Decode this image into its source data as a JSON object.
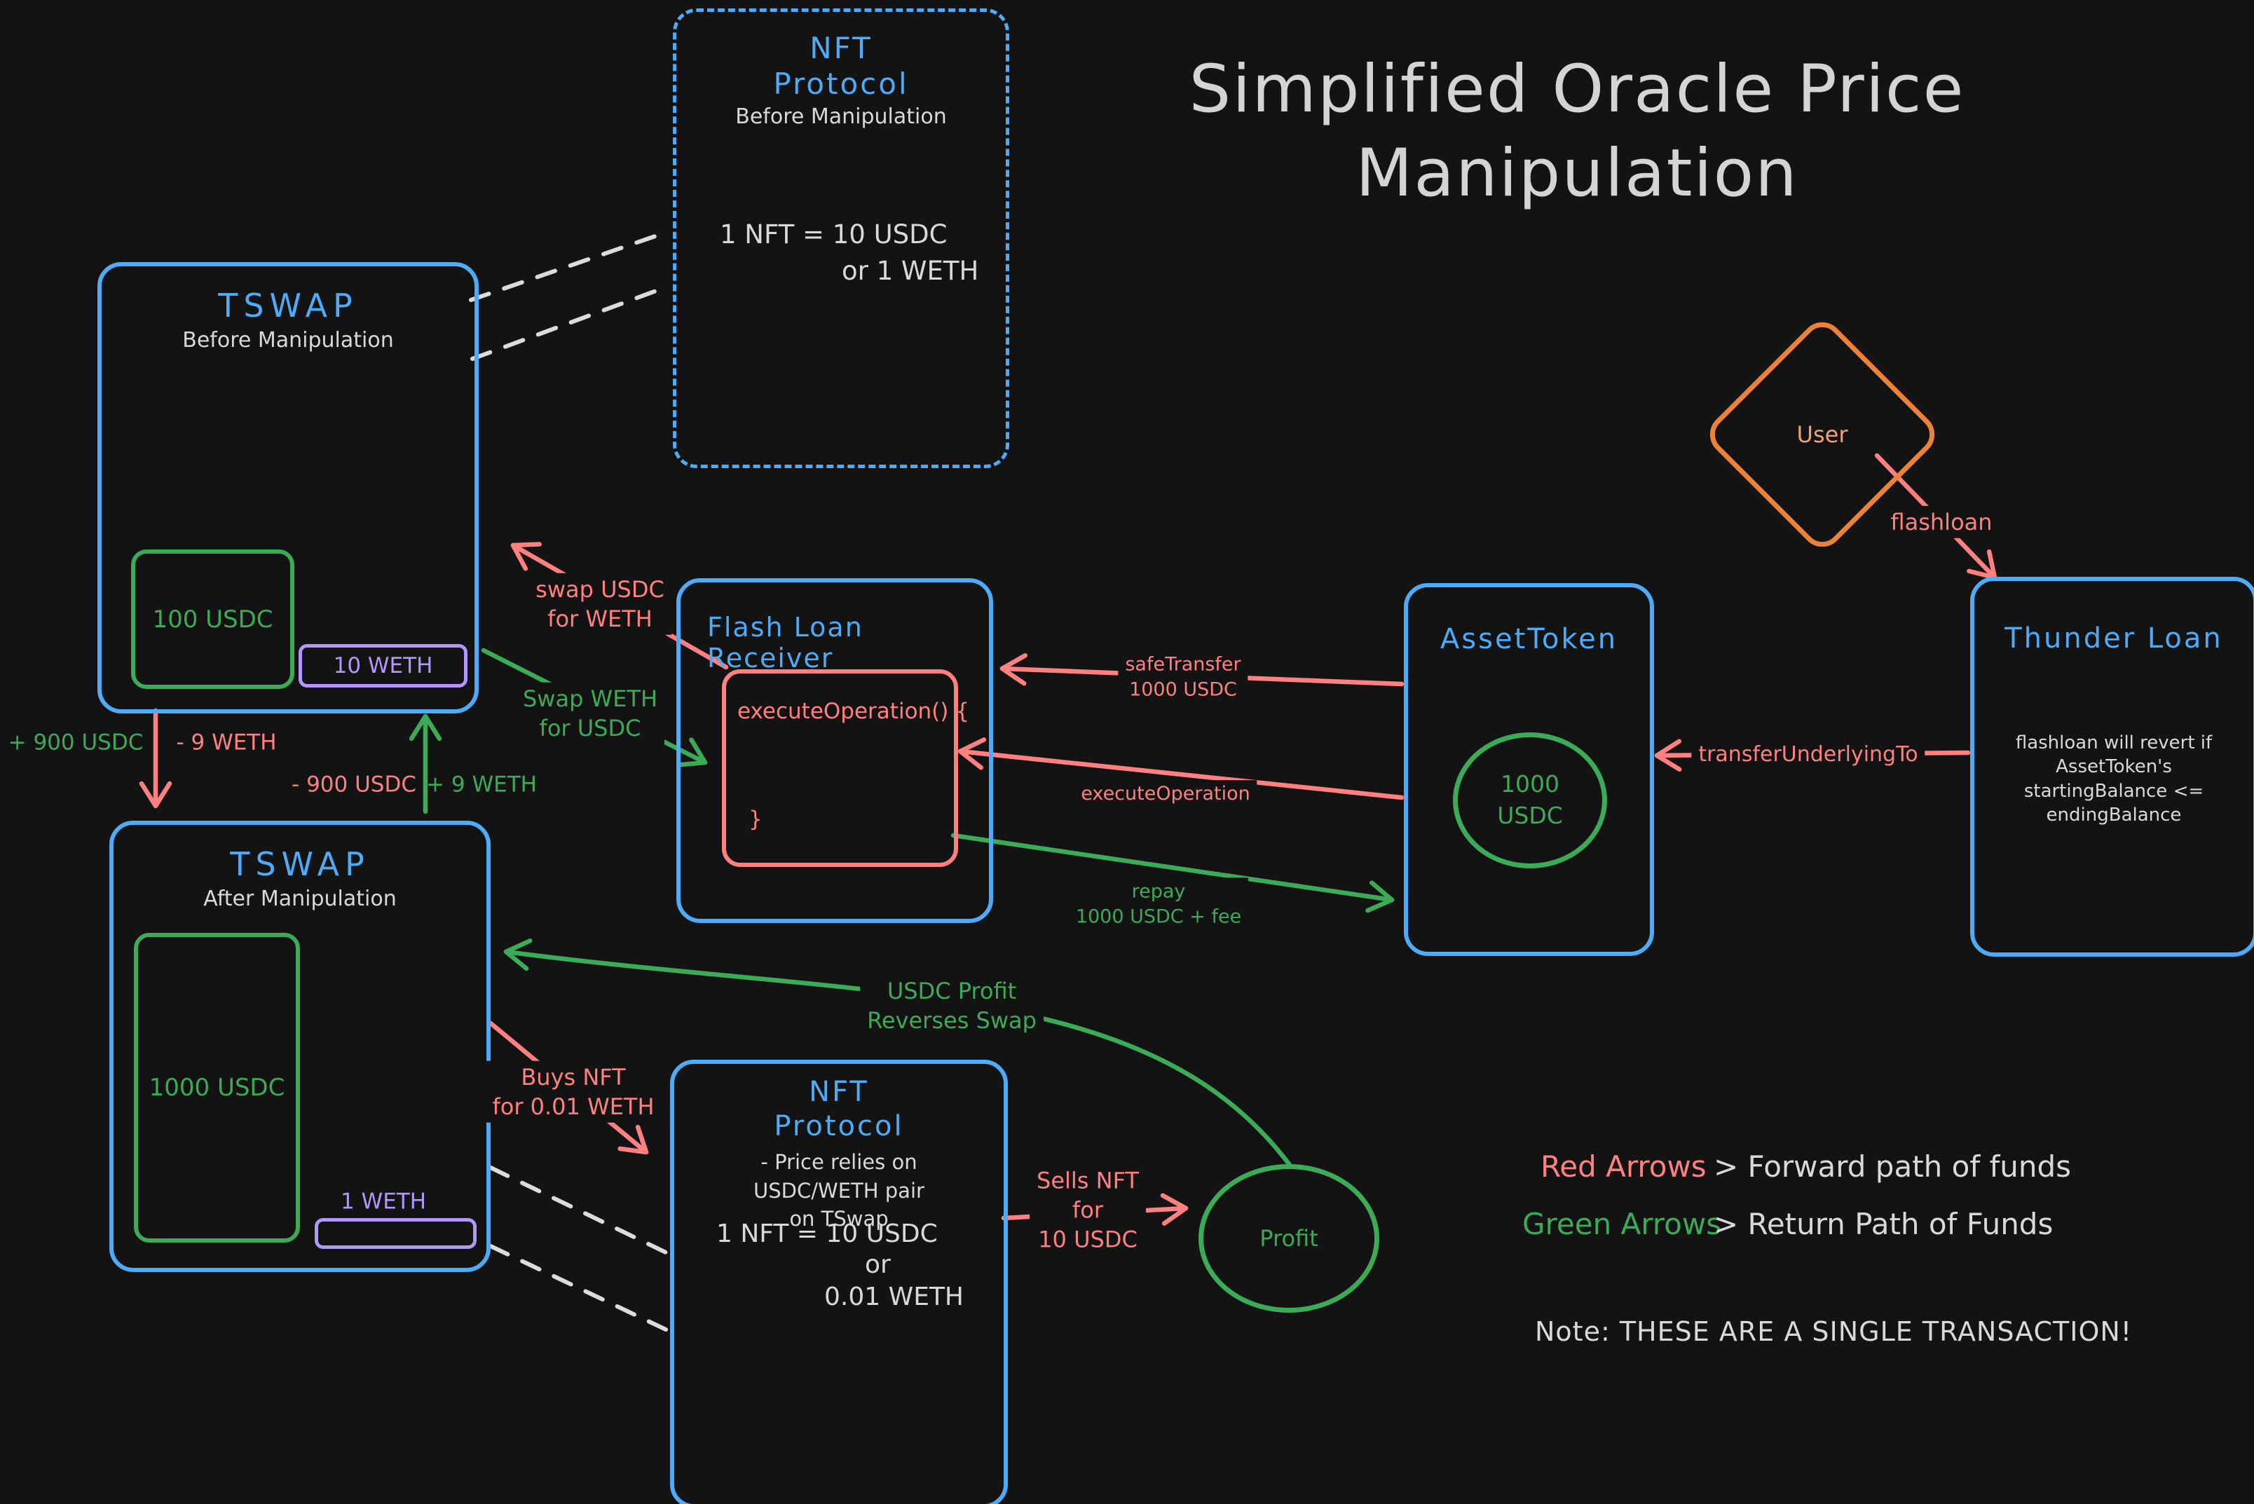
{
  "title": "Simplified Oracle Price\nManipulation",
  "colors": {
    "bg": "#131313",
    "blue": "#4dabf7",
    "red": "#ff8080",
    "green": "#3cab57",
    "purple": "#b197fc",
    "orange": "#ec8238",
    "white": "#d9d9d9"
  },
  "nodes": {
    "nft_top": {
      "title": "NFT\nProtocol",
      "subtitle": "Before Manipulation",
      "price_line1": "1 NFT = 10 USDC",
      "price_line2": "or 1 WETH"
    },
    "tswap_before": {
      "title": "TSWAP",
      "subtitle": "Before Manipulation",
      "usdc_reserve": "100 USDC",
      "weth_reserve": "10 WETH"
    },
    "tswap_after": {
      "title": "TSWAP",
      "subtitle": "After Manipulation",
      "usdc_reserve": "1000 USDC",
      "weth_label": "1 WETH"
    },
    "flash_loan_receiver": {
      "title": "Flash Loan Receiver",
      "code_open": "executeOperation() {",
      "code_close": "}"
    },
    "asset_token": {
      "title": "AssetToken",
      "balance": "1000\nUSDC"
    },
    "thunder_loan": {
      "title": "Thunder Loan",
      "note": "flashloan will revert if\nAssetToken's\nstartingBalance <= endingBalance"
    },
    "user": {
      "label": "User"
    },
    "profit": {
      "label": "Profit"
    },
    "nft_bottom": {
      "title": "NFT\nProtocol",
      "desc": "- Price relies on\nUSDC/WETH pair\non TSwap",
      "price_line1": "1 NFT = 10 USDC",
      "price_line2": "or",
      "price_line3": "0.01 WETH"
    }
  },
  "edge_labels": {
    "plus_900_usdc": "+ 900 USDC",
    "minus_9_weth": "- 9 WETH",
    "minus_900_usdc": "- 900 USDC",
    "plus_9_weth": "+ 9 WETH",
    "swap_usdc_for_weth": "swap USDC\nfor WETH",
    "swap_weth_for_usdc": "Swap WETH\nfor USDC",
    "safe_transfer": "safeTransfer\n1000 USDC",
    "execute_operation": "executeOperation",
    "repay": "repay\n1000 USDC + fee",
    "transfer_underlying_to": "transferUnderlyingTo",
    "flashloan": "flashloan",
    "usdc_profit": "USDC Profit\nReverses Swap",
    "buys_nft": "Buys NFT\nfor 0.01 WETH",
    "sells_nft": "Sells NFT\nfor\n10 USDC"
  },
  "legend": {
    "red_key": "Red Arrows",
    "red_desc": "> Forward path of funds",
    "green_key": "Green Arrows",
    "green_desc": "> Return Path of Funds",
    "note": "Note: THESE ARE A SINGLE TRANSACTION!"
  }
}
